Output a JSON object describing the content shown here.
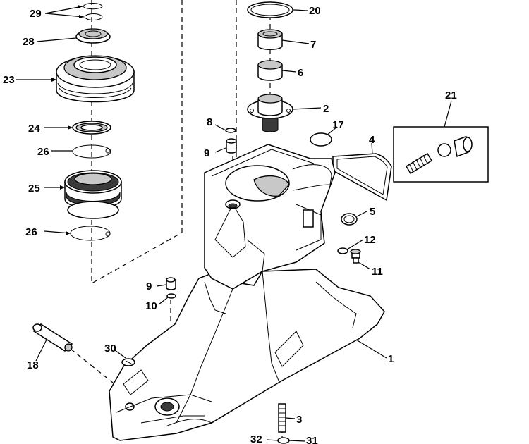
{
  "diagram": {
    "callouts": [
      {
        "id": "c29",
        "text": "29"
      },
      {
        "id": "c28",
        "text": "28"
      },
      {
        "id": "c23",
        "text": "23"
      },
      {
        "id": "c24",
        "text": "24"
      },
      {
        "id": "c26a",
        "text": "26"
      },
      {
        "id": "c25",
        "text": "25"
      },
      {
        "id": "c26b",
        "text": "26"
      },
      {
        "id": "c20",
        "text": "20"
      },
      {
        "id": "c7",
        "text": "7"
      },
      {
        "id": "c6",
        "text": "6"
      },
      {
        "id": "c2",
        "text": "2"
      },
      {
        "id": "c21",
        "text": "21"
      },
      {
        "id": "c8",
        "text": "8"
      },
      {
        "id": "c17",
        "text": "17"
      },
      {
        "id": "c4",
        "text": "4"
      },
      {
        "id": "c9a",
        "text": "9"
      },
      {
        "id": "c5",
        "text": "5"
      },
      {
        "id": "c12",
        "text": "12"
      },
      {
        "id": "c11",
        "text": "11"
      },
      {
        "id": "c9b",
        "text": "9"
      },
      {
        "id": "c10",
        "text": "10"
      },
      {
        "id": "c30",
        "text": "30"
      },
      {
        "id": "c1",
        "text": "1"
      },
      {
        "id": "c18",
        "text": "18"
      },
      {
        "id": "c3",
        "text": "3"
      },
      {
        "id": "c32",
        "text": "32"
      },
      {
        "id": "c31",
        "text": "31"
      }
    ]
  },
  "colors": {
    "line": "#000000",
    "background": "#ffffff",
    "shade": "#c8c8c8"
  }
}
